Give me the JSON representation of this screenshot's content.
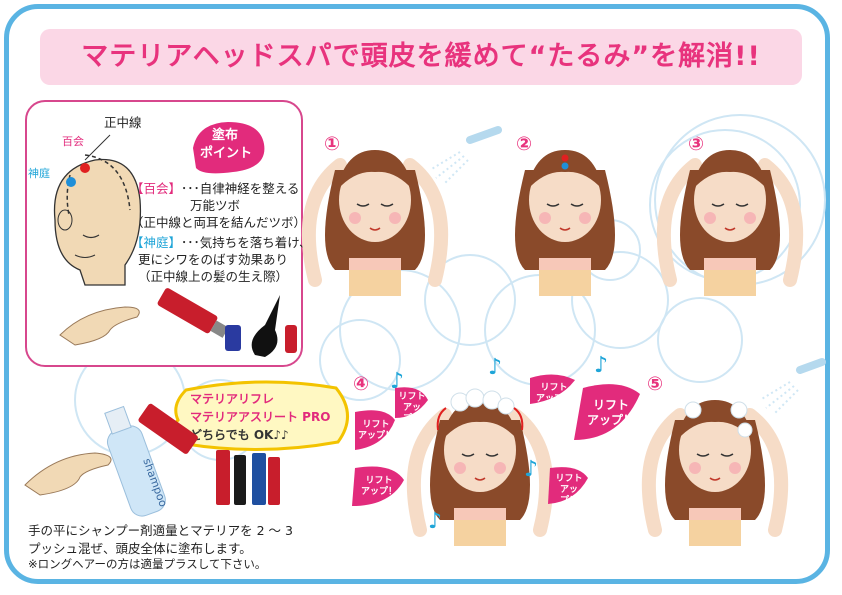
{
  "title": "マテリアヘッドスパで頭皮を緩めて“たるみ”を解消!!",
  "point_box": {
    "label_midline": "正中線",
    "label_hyakue": "百会",
    "label_shintei": "神庭",
    "badge_line1": "塗布",
    "badge_line2": "ポイント",
    "desc1_key": "【百会】",
    "desc1_line1": "･･･自律神経を整える",
    "desc1_line2": "万能ツボ",
    "desc1_line3": "（正中線と両耳を結んだツボ）",
    "desc2_key": "【神庭】",
    "desc2_line1": "･･･気持ちを落ち着け、",
    "desc2_line2": "更にシワをのばす効果あり",
    "desc2_line3": "（正中線上の髪の生え際）"
  },
  "callout": {
    "line1": "マテリアリフレ",
    "line2": "マテリアアスリート PRO",
    "line3": "どちらでも OK♪♪"
  },
  "shampoo_label": "shampoo",
  "steps": [
    "①",
    "②",
    "③",
    "④",
    "⑤"
  ],
  "lift": {
    "line1": "リフト",
    "line2": "アップ！"
  },
  "instructions": {
    "line1": "手の平にシャンプー剤適量とマテリアを 2 ～ 3",
    "line2": "プッシュ混ぜ、頭皮全体に塗布します。",
    "line3": "※ロングヘアーの方は適量プラスして下さい。"
  },
  "colors": {
    "border": "#5ab4e3",
    "title_bg": "#fbd7e6",
    "accent_pink": "#e8337d",
    "accent_blue": "#1fa5d8",
    "hair": "#8a4a2a",
    "skin": "#f6dcc7"
  },
  "icons": [
    "music-note-icon",
    "shower-icon",
    "hand-icon"
  ]
}
